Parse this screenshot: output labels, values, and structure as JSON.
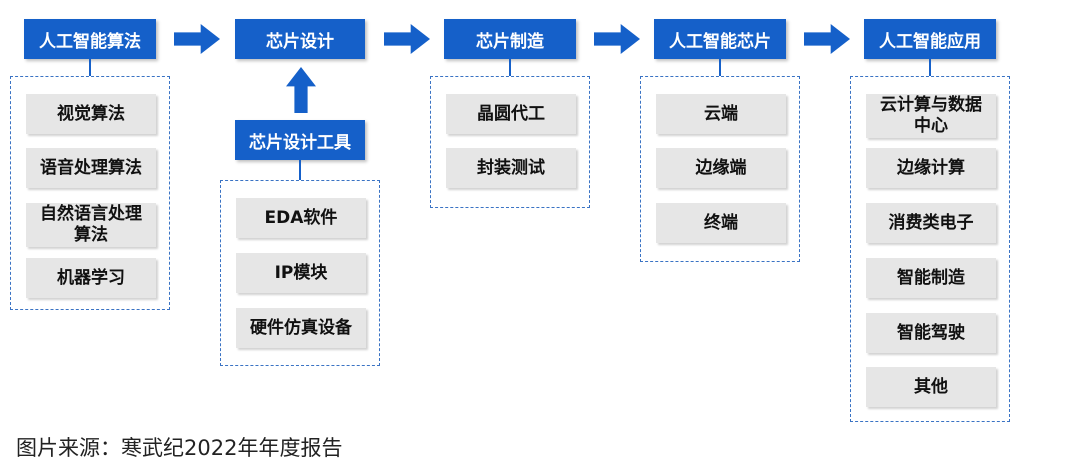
{
  "stages": [
    {
      "title": "人工智能算法",
      "items": [
        "视觉算法",
        "语音处理算法",
        "自然语言处理\n算法",
        "机器学习"
      ]
    },
    {
      "title": "芯片设计",
      "tool_title": "芯片设计工具",
      "items": [
        "EDA软件",
        "IP模块",
        "硬件仿真设备"
      ]
    },
    {
      "title": "芯片制造",
      "items": [
        "晶圆代工",
        "封装测试"
      ]
    },
    {
      "title": "人工智能芯片",
      "items": [
        "云端",
        "边缘端",
        "终端"
      ]
    },
    {
      "title": "人工智能应用",
      "items": [
        "云计算与数据\n中心",
        "边缘计算",
        "消费类电子",
        "智能制造",
        "智能驾驶",
        "其他"
      ]
    }
  ],
  "caption": "图片来源：寒武纪2022年年度报告",
  "colors": {
    "header": "#1560c9",
    "item_bg": "#e6e6e6",
    "border": "#3a73c4"
  }
}
